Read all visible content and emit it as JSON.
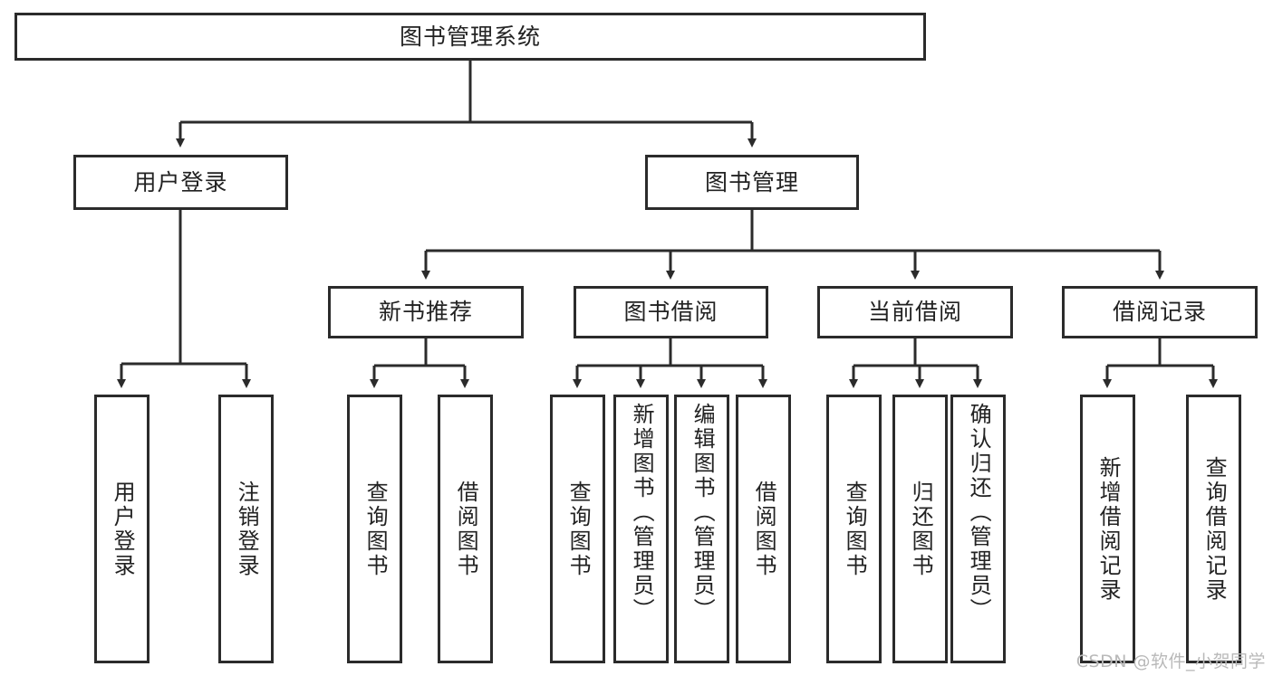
{
  "diagram": {
    "title": "图书管理系统",
    "type": "tree-hierarchy-chart",
    "root": {
      "label": "图书管理系统"
    },
    "level2": [
      {
        "label": "用户登录"
      },
      {
        "label": "图书管理"
      }
    ],
    "level3": [
      {
        "label": "新书推荐"
      },
      {
        "label": "图书借阅"
      },
      {
        "label": "当前借阅"
      },
      {
        "label": "借阅记录"
      }
    ],
    "leaves": {
      "user_login": [
        {
          "label": "用户登录"
        },
        {
          "label": "注销登录"
        }
      ],
      "new_book_recommend": [
        {
          "label": "查询图书"
        },
        {
          "label": "借阅图书"
        }
      ],
      "book_borrow": [
        {
          "label": "查询图书"
        },
        {
          "label": "新增图书（管理员）"
        },
        {
          "label": "编辑图书（管理员）"
        },
        {
          "label": "借阅图书"
        }
      ],
      "current_borrow": [
        {
          "label": "查询图书"
        },
        {
          "label": "归还图书"
        },
        {
          "label": "确认归还（管理员）"
        }
      ],
      "borrow_record": [
        {
          "label": "新增借阅记录"
        },
        {
          "label": "查询借阅记录"
        }
      ]
    }
  },
  "watermark": {
    "text": "CSDN @软件_小贺同学"
  },
  "colors": {
    "stroke": "#2b2b2b",
    "background": "#ffffff",
    "text": "#222222",
    "watermark": "#b9b9b9"
  }
}
